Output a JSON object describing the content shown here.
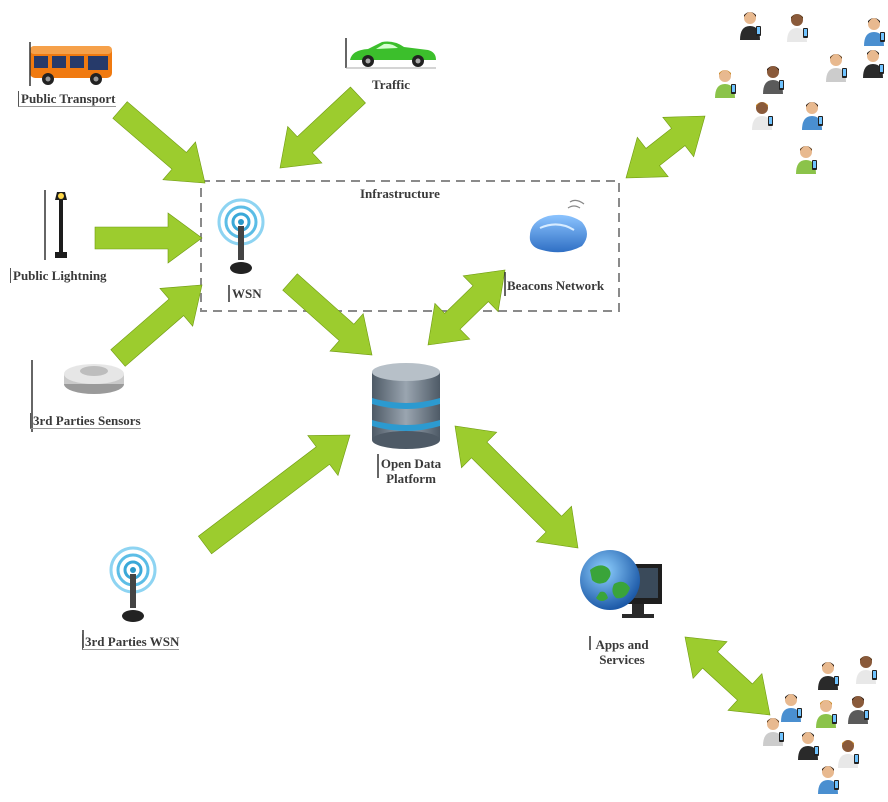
{
  "labels": {
    "public_transport": "Public Transport",
    "traffic": "Traffic",
    "infrastructure": "Infrastructure",
    "public_lightning": "Public Lightning",
    "wsn": "WSN",
    "beacons_network": "Beacons Network",
    "third_parties_sensors": "3rd Parties Sensors",
    "open_data_line1": "Open Data",
    "open_data_line2": "Platform",
    "third_parties_wsn": "3rd Parties WSN",
    "apps_line1": "Apps and",
    "apps_line2": "Services"
  },
  "colors": {
    "arrow": "#9ccc2e",
    "infrastructure_border": "#8a8a8a",
    "bus": "#f07a10",
    "car": "#3cbf2c",
    "beacon": "#4a8fd8",
    "antenna": "#49b8e6",
    "database": "#6a7784",
    "globe": "#3a78c8"
  },
  "icons": {
    "bus": "bus-icon",
    "car": "car-icon",
    "street_lamp": "street-lamp-icon",
    "smoke_sensor": "smoke-sensor-icon",
    "antenna": "wireless-antenna-icon",
    "beacon": "beacon-icon",
    "database": "database-icon",
    "computer": "globe-monitor-icon",
    "people": "people-icon"
  }
}
